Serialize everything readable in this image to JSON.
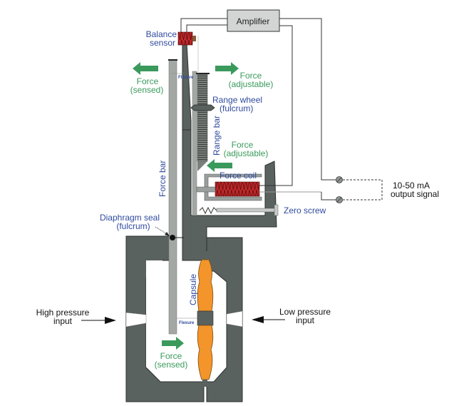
{
  "title": "Force-balance differential pressure transmitter",
  "colors": {
    "label_blue": "#2f4a9e",
    "force_green": "#3a9a5c",
    "housing": "#5a625f",
    "force_bar": "#a3a8a5",
    "coil_red": "#c0282a",
    "capsule_orange": "#f3952a",
    "amplifier_fill": "#d3d5d4"
  },
  "labels": {
    "amplifier": "Amplifier",
    "balance_sensor_line1": "Balance",
    "balance_sensor_line2": "sensor",
    "force_sensed_top_line1": "Force",
    "force_sensed_top_line2": "(sensed)",
    "force_adjustable_top_line1": "Force",
    "force_adjustable_top_line2": "(adjustable)",
    "range_wheel_line1": "Range wheel",
    "range_wheel_line2": "(fulcrum)",
    "range_bar": "Range bar",
    "force_bar": "Force bar",
    "force_adjustable_mid_line1": "Force",
    "force_adjustable_mid_line2": "(adjustable)",
    "force_coil": "Force coil",
    "zero_screw": "Zero screw",
    "output_line1": "10-50 mA",
    "output_line2": "output signal",
    "diaphragm_seal_line1": "Diaphragm seal",
    "diaphragm_seal_line2": "(fulcrum)",
    "capsule": "Capsule",
    "high_pressure_line1": "High pressure",
    "high_pressure_line2": "input",
    "low_pressure_line1": "Low pressure",
    "low_pressure_line2": "input",
    "force_sensed_bottom_line1": "Force",
    "force_sensed_bottom_line2": "(sensed)",
    "flexure_top": "Flexure",
    "flexure_bottom": "Flexure"
  }
}
